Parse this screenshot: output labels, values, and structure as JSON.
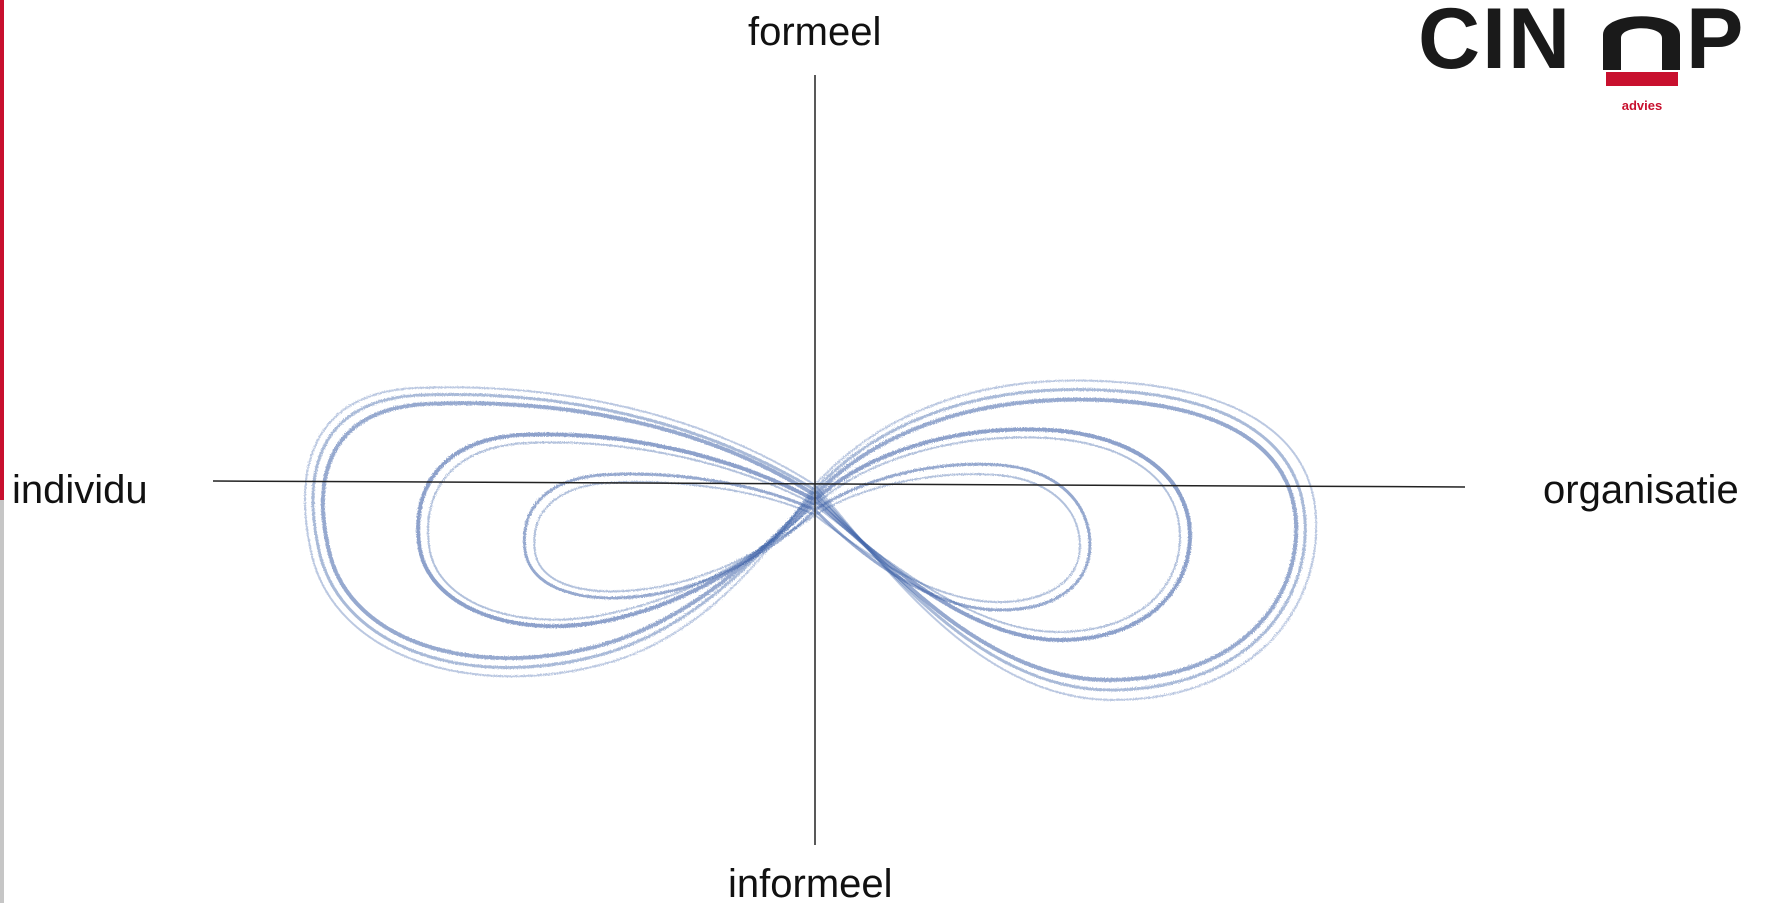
{
  "axes": {
    "top_label": "formeel",
    "bottom_label": "informeel",
    "left_label": "individu",
    "right_label": "organisatie"
  },
  "logo": {
    "text": "CINOP",
    "subtext": "advies"
  },
  "colors": {
    "accent_red": "#c8102e",
    "sketch_blue": "#3f63a8",
    "axis_line": "#222222",
    "logo_dark": "#1a1a1a",
    "side_grey": "#c6c6c6"
  },
  "icons": {
    "sketch": "infinity-sketch-icon"
  }
}
